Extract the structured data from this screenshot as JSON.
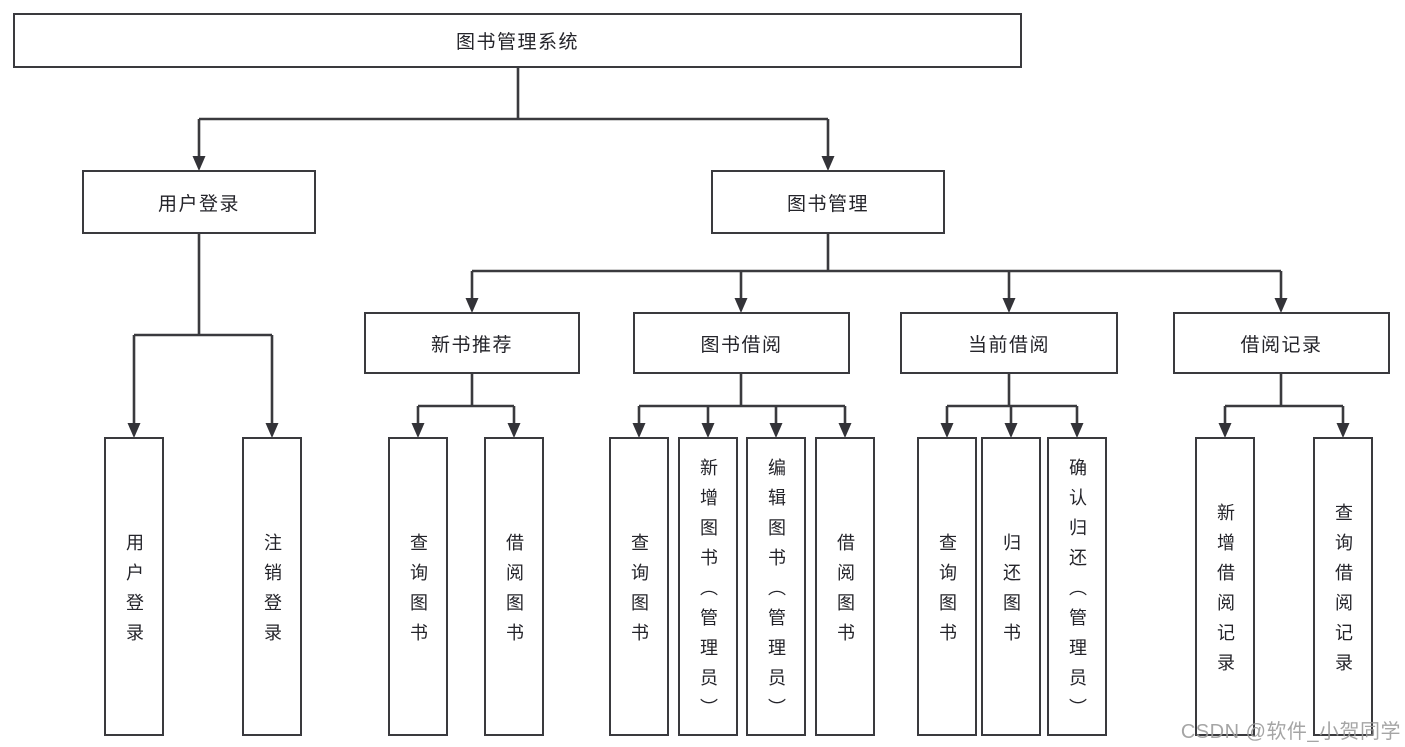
{
  "diagram": {
    "type": "tree",
    "colors": {
      "line": "#3a3a3e",
      "text": "#24242a",
      "background": "#ffffff",
      "watermark": "#9c9c9c"
    },
    "tree": {
      "root": "图书管理系统",
      "branches": [
        {
          "label": "用户登录",
          "children": [
            "用户登录",
            "注销登录"
          ]
        },
        {
          "label": "图书管理",
          "groups": [
            {
              "label": "新书推荐",
              "children": [
                "查询图书",
                "借阅图书"
              ]
            },
            {
              "label": "图书借阅",
              "children": [
                "查询图书",
                "新增图书（管理员）",
                "编辑图书（管理员）",
                "借阅图书"
              ]
            },
            {
              "label": "当前借阅",
              "children": [
                "查询图书",
                "归还图书",
                "确认归还（管理员）"
              ]
            },
            {
              "label": "借阅记录",
              "children": [
                "新增借阅记录",
                "查询借阅记录"
              ]
            }
          ]
        }
      ]
    },
    "watermark": {
      "text": "CSDN @软件_小贺同学"
    }
  }
}
